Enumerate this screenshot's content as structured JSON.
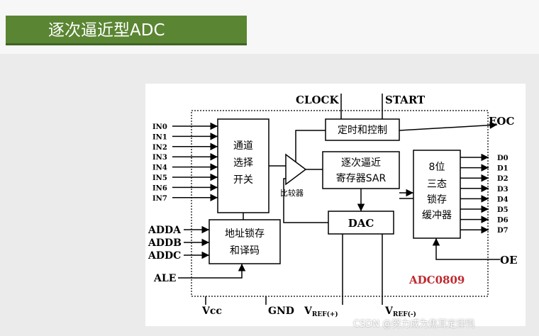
{
  "slide": {
    "title": "逐次逼近型ADC",
    "watermark": "CSDN @努力成为焦耳定律鸭"
  },
  "diagram": {
    "chip_label": "ADC0809",
    "top_labels": {
      "clock": "CLOCK",
      "start": "START"
    },
    "eoc": "EOC",
    "oe": "OE",
    "bottom_labels": {
      "vcc": "Vcc",
      "gnd": "GND",
      "vref_pos": "V",
      "vref_pos_sub": "REF(+)",
      "vref_neg": "V",
      "vref_neg_sub": "REF(-)"
    },
    "inputs": [
      "IN0",
      "IN1",
      "IN2",
      "IN3",
      "IN4",
      "IN5",
      "IN6",
      "IN7"
    ],
    "outputs": [
      "D0",
      "D1",
      "D2",
      "D3",
      "D4",
      "D5",
      "D6",
      "D7"
    ],
    "address_inputs": [
      "ADDA",
      "ADDB",
      "ADDC"
    ],
    "ale": "ALE",
    "blocks": {
      "mux": [
        "通道",
        "选择",
        "开关"
      ],
      "latch": [
        "地址锁存",
        "和译码"
      ],
      "timing": "定时和控制",
      "sar": [
        "逐次逼近",
        "寄存器SAR"
      ],
      "dac": "DAC",
      "buffer": [
        "8位",
        "三态",
        "锁存",
        "缓冲器"
      ],
      "comparator": "比较器"
    },
    "colors": {
      "chip_label": "#c0282f",
      "banner": "#5a8532",
      "line": "#000000"
    }
  }
}
